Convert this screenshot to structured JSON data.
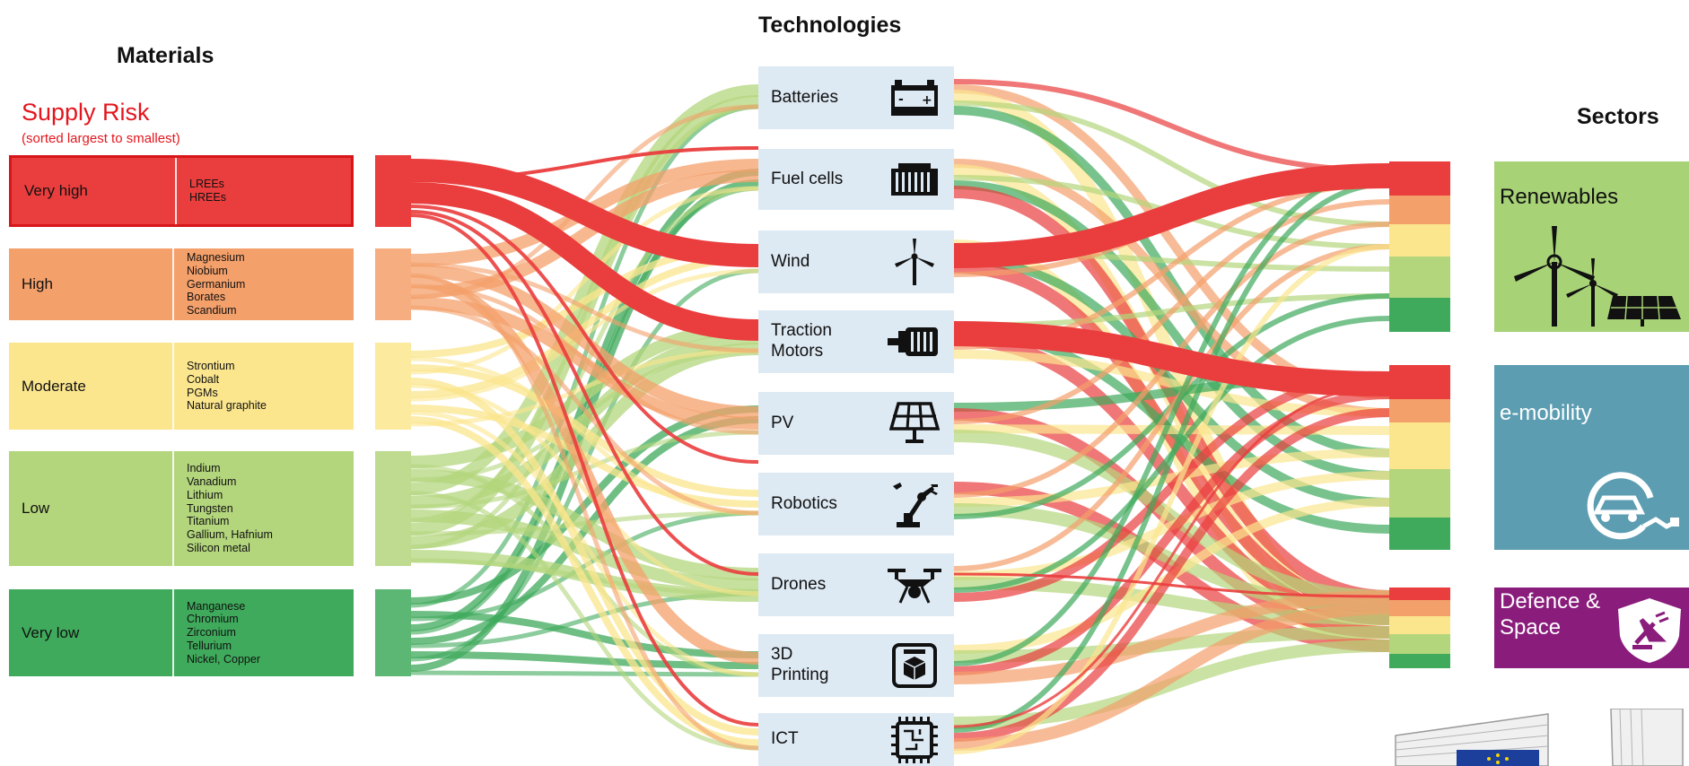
{
  "headers": {
    "materials": "Materials",
    "technologies": "Technologies",
    "sectors": "Sectors"
  },
  "supply_risk": {
    "title": "Supply Risk",
    "subtitle": "(sorted largest to smallest)"
  },
  "colors": {
    "very_high": "#ea3d3d",
    "high": "#f4a06b",
    "moderate": "#fbe68e",
    "low": "#b3d57c",
    "very_low": "#3faa5c",
    "tech_box": "#dde9f3",
    "renewables": "#a7d276",
    "emobility": "#5c9db1",
    "defence": "#8a1c7c"
  },
  "risk_levels": [
    {
      "label": "Very high",
      "materials": [
        "LREEs",
        "HREEs"
      ]
    },
    {
      "label": "High",
      "materials": [
        "Magnesium",
        "Niobium",
        "Germanium",
        "Borates",
        "Scandium"
      ]
    },
    {
      "label": "Moderate",
      "materials": [
        "Strontium",
        "Cobalt",
        "PGMs",
        "Natural graphite"
      ]
    },
    {
      "label": "Low",
      "materials": [
        "Indium",
        "Vanadium",
        "Lithium",
        "Tungsten",
        "Titanium",
        "Gallium, Hafnium",
        "Silicon metal"
      ]
    },
    {
      "label": "Very low",
      "materials": [
        "Manganese",
        "Chromium",
        "Zirconium",
        "Tellurium",
        "Nickel, Copper"
      ]
    }
  ],
  "technologies": [
    {
      "label": "Batteries",
      "icon": "battery-icon"
    },
    {
      "label": "Fuel cells",
      "icon": "fuel-cell-icon"
    },
    {
      "label": "Wind",
      "icon": "wind-turbine-icon"
    },
    {
      "label": "Traction Motors",
      "icon": "motor-icon"
    },
    {
      "label": "PV",
      "icon": "solar-panel-icon"
    },
    {
      "label": "Robotics",
      "icon": "robot-arm-icon"
    },
    {
      "label": "Drones",
      "icon": "drone-icon"
    },
    {
      "label": "3D Printing",
      "icon": "3d-printer-icon"
    },
    {
      "label": "ICT",
      "icon": "chip-icon"
    }
  ],
  "sectors": [
    {
      "label": "Renewables",
      "icon": "wind-solar-icon"
    },
    {
      "label": "e-mobility",
      "icon": "electric-car-icon"
    },
    {
      "label": "Defence & Space",
      "icon": "satellite-shield-icon"
    }
  ]
}
